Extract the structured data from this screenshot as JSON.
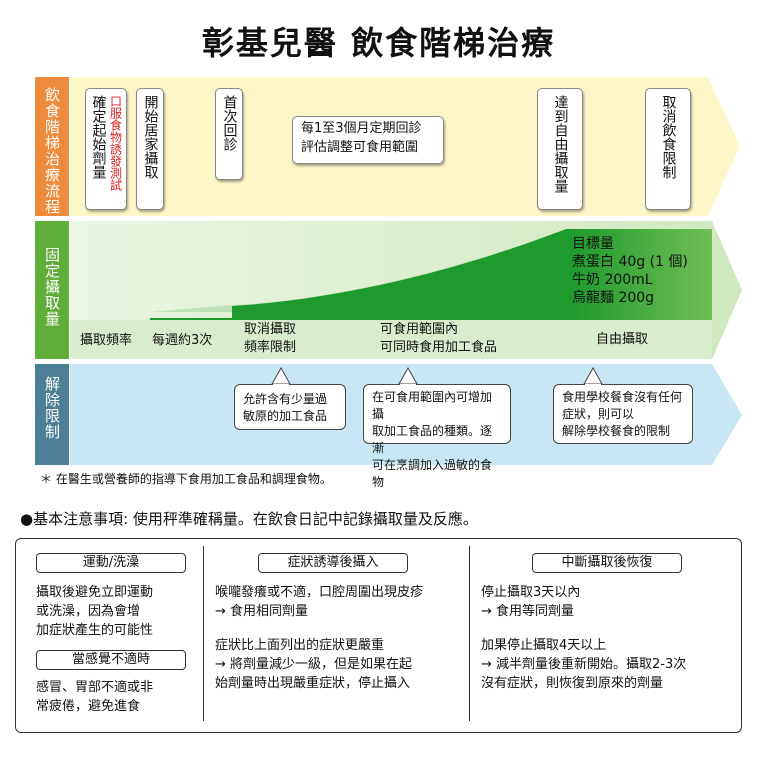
{
  "title": "彰基兒醫 飲食階梯治療",
  "rows": {
    "flow_label": "飲食階梯治療流程",
    "fixed_label": "固定攝取量",
    "relief_label": "解除限制"
  },
  "flow": {
    "step1_a": "確定起始劑量",
    "step1_b": "口服食物誘發測試",
    "step2": "開始居家攝取",
    "step3": "首次回診",
    "step4_line1": "每1至3個月定期回診",
    "step4_line2": "評估調整可食用範圍",
    "step5": "達到自由攝取量",
    "step6": "取消飲食限制"
  },
  "fixed": {
    "target_title": "目標量",
    "target_items": [
      "煮蛋白 40g (1 個)",
      "牛奶 200mL",
      "烏龍麵 200g"
    ],
    "freq_label": "攝取頻率",
    "freq_weekly": "每週約3次",
    "cancel_line1": "取消攝取",
    "cancel_line2": "頻率限制",
    "processed_line1": "可食用範圍內",
    "processed_line2": "可同時食用加工食品",
    "free": "自由攝取"
  },
  "relief": {
    "bubble1": [
      "允許含有少量過",
      "敏原的加工食品"
    ],
    "bubble2": [
      "在可食用範圍內可增加攝",
      "取加工食品的種類。逐漸",
      "可在烹調加入過敏的食物"
    ],
    "bubble3": [
      "食用學校餐食沒有任何",
      "症狀，則可以",
      "解除學校餐食的限制"
    ]
  },
  "note": "＊ 在醫生或營養師的指導下食用加工食品和調理食物。",
  "basic_notice": "●基本注意事項: 使用秤準確稱量。在飲食日記中記錄攝取量及反應。",
  "bottom": {
    "col1": {
      "pill1": "運動/洗澡",
      "text1": [
        "攝取後避免立即運動",
        "或洗澡，因為會增",
        "加症狀產生的可能性"
      ],
      "pill2": "當感覺不適時",
      "text2": [
        "感冒、胃部不適或非",
        "常疲倦，避免進食"
      ]
    },
    "col2": {
      "pill": "症狀誘導後攝入",
      "text1": [
        "喉嚨發癢或不適，口腔周圍出現皮疹",
        "→  食用相同劑量"
      ],
      "text2": [
        "症狀比上面列出的症狀更嚴重",
        "→  將劑量減少一級，但是如果在起",
        "始劑量時出現嚴重症狀，停止攝入"
      ]
    },
    "col3": {
      "pill": "中斷攝取後恢復",
      "text1": [
        "停止攝取3天以內",
        "→  食用等同劑量"
      ],
      "text2": [
        "加果停止攝取4天以上",
        "→  減半劑量後重新開始。攝取2-3次",
        "沒有症狀，則恢復到原來的劑量"
      ]
    }
  },
  "colors": {
    "flow_label_bg": "#ee8a3c",
    "fixed_label_bg": "#5fae3a",
    "relief_label_bg": "#4c7f96",
    "flow_band": "#fdf6c6",
    "fixed_band": "#e2f1d8",
    "relief_band": "#c9e6f4",
    "fixed_fill": "#1f9a2c"
  }
}
